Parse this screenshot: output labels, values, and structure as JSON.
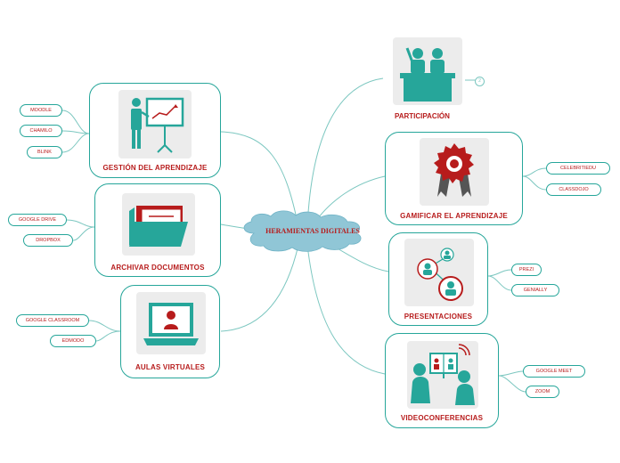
{
  "central": {
    "label": "HERAMIENTAS DIGITALES"
  },
  "left": {
    "gestion": {
      "label": "GESTIÓN DEL APRENDIZAJE",
      "items": [
        "MOODLE",
        "CHAMILO",
        "BLINK"
      ]
    },
    "archivar": {
      "label": "ARCHIVAR DOCUMENTOS",
      "items": [
        "GOOGLE DRIVE",
        "DROPBOX"
      ]
    },
    "aulas": {
      "label": "AULAS VIRTUALES",
      "items": [
        "GOOGLE CLASSROOM",
        "EDMODO"
      ]
    }
  },
  "right": {
    "participacion": {
      "label": "PARTICIPACIÓN",
      "badge": "2"
    },
    "gamificar": {
      "label": "GAMIFICAR EL APRENDIZAJE",
      "items": [
        "CELEBRITIEDU",
        "CLASSDOJO"
      ]
    },
    "presentaciones": {
      "label": "PRESENTACIONES",
      "items": [
        "PREZI",
        "GENIALLY"
      ]
    },
    "video": {
      "label": "VIDEOCONFERENCIAS",
      "items": [
        "GOOGLE MEET",
        "ZOOM"
      ]
    }
  },
  "colors": {
    "teal": "#26a69a",
    "red": "#b71c1c",
    "cloud": "#90c6d6"
  }
}
